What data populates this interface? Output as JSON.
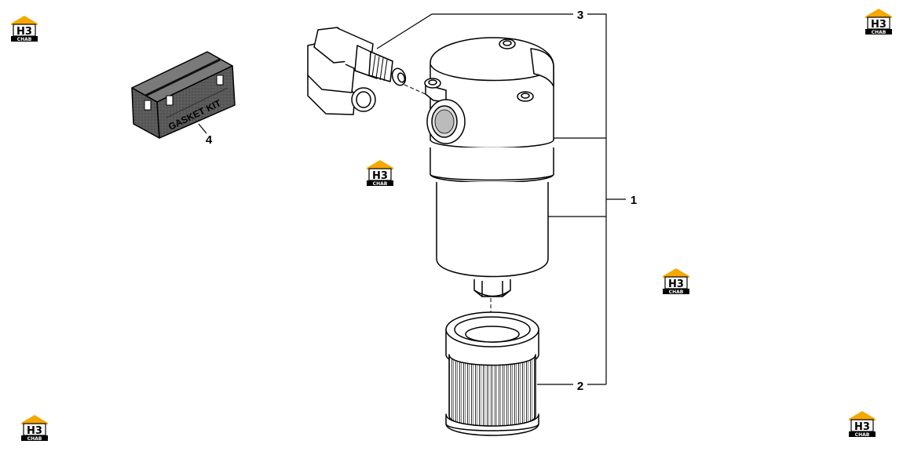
{
  "diagram": {
    "callouts": {
      "c1": "1",
      "c2": "2",
      "c3": "3",
      "c4": "4"
    },
    "gasket_kit_label": "GASKET KIT",
    "watermark": {
      "main": "H3",
      "sub": "CHAB"
    },
    "colors": {
      "line": "#000000",
      "fill": "#ffffff",
      "kit_fill": "#555555",
      "logo_accent": "#f5a800"
    }
  }
}
